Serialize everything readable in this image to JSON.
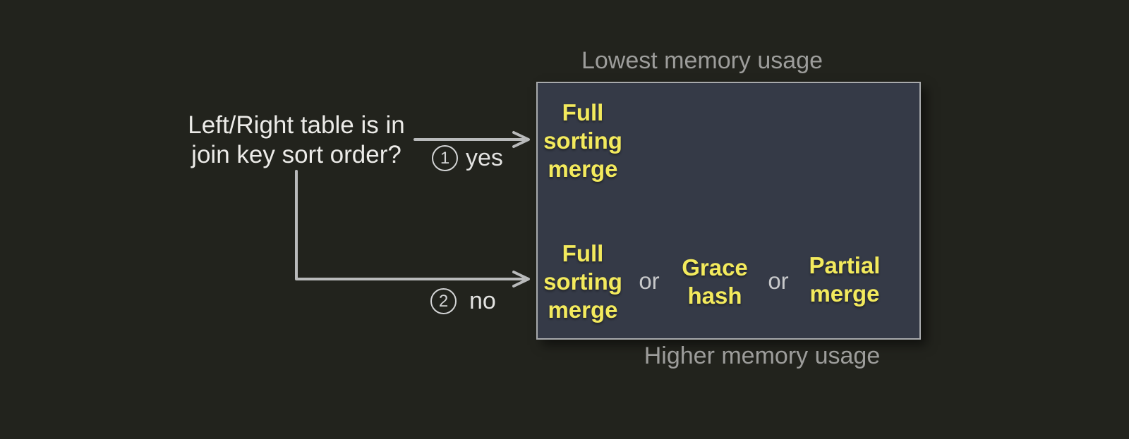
{
  "colors": {
    "background": "#22231d",
    "box_fill": "#353a47",
    "box_border": "#a8aaac",
    "algorithm_text": "#f3ea5d",
    "caption_text": "#9d9d9b",
    "question_text": "#ecebe8",
    "separator_text": "#c7c8ca",
    "connector": "#b9babb"
  },
  "question": {
    "lines": [
      "Left/Right table is in",
      "join key sort order?"
    ]
  },
  "branches": [
    {
      "number": "1",
      "label": "yes"
    },
    {
      "number": "2",
      "label": "no"
    }
  ],
  "captions": {
    "top": "Lowest memory usage",
    "bottom": "Higher memory usage"
  },
  "box": {
    "low_memory_option": "Full sorting merge",
    "high_memory_options": [
      "Full sorting merge",
      "Grace hash",
      "Partial merge"
    ],
    "separator": "or"
  }
}
